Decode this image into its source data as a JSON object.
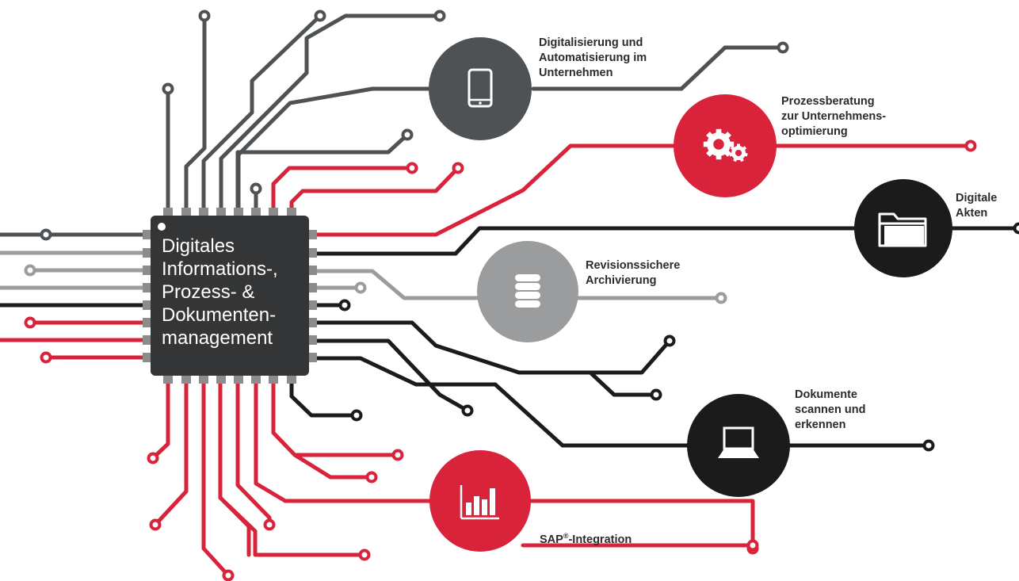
{
  "colors": {
    "red": "#d9233a",
    "dark_gray": "#4e5254",
    "black": "#1b1b1b",
    "light_gray": "#9a9c9e",
    "chip_body": "#333537",
    "pin": "#8c8c8c"
  },
  "chip": {
    "title_lines": [
      "Digitales",
      "Informations-,",
      "Prozess- &",
      "Dokumenten-",
      "management"
    ]
  },
  "nodes": [
    {
      "key": "digital",
      "icon": "tablet-icon",
      "color": "dark_gray",
      "label_lines": [
        "Digitalisierung und",
        "Automatisierung im",
        "Unternehmen"
      ]
    },
    {
      "key": "prozess",
      "icon": "gears-icon",
      "color": "red",
      "label_lines": [
        "Prozessberatung",
        "zur Unternehmens-",
        "optimierung"
      ]
    },
    {
      "key": "akten",
      "icon": "folder-icon",
      "color": "black",
      "label_lines": [
        "Digitale",
        "Akten"
      ]
    },
    {
      "key": "archiv",
      "icon": "database-icon",
      "color": "light_gray",
      "label_lines": [
        "Revisionssichere",
        "Archivierung"
      ]
    },
    {
      "key": "scan",
      "icon": "laptop-icon",
      "color": "black",
      "label_lines": [
        "Dokumente",
        "scannen und",
        "erkennen"
      ]
    },
    {
      "key": "sap",
      "icon": "bar-chart-icon",
      "color": "red",
      "label_prefix": "SAP",
      "label_sup": "®",
      "label_suffix": "-Integration"
    }
  ]
}
